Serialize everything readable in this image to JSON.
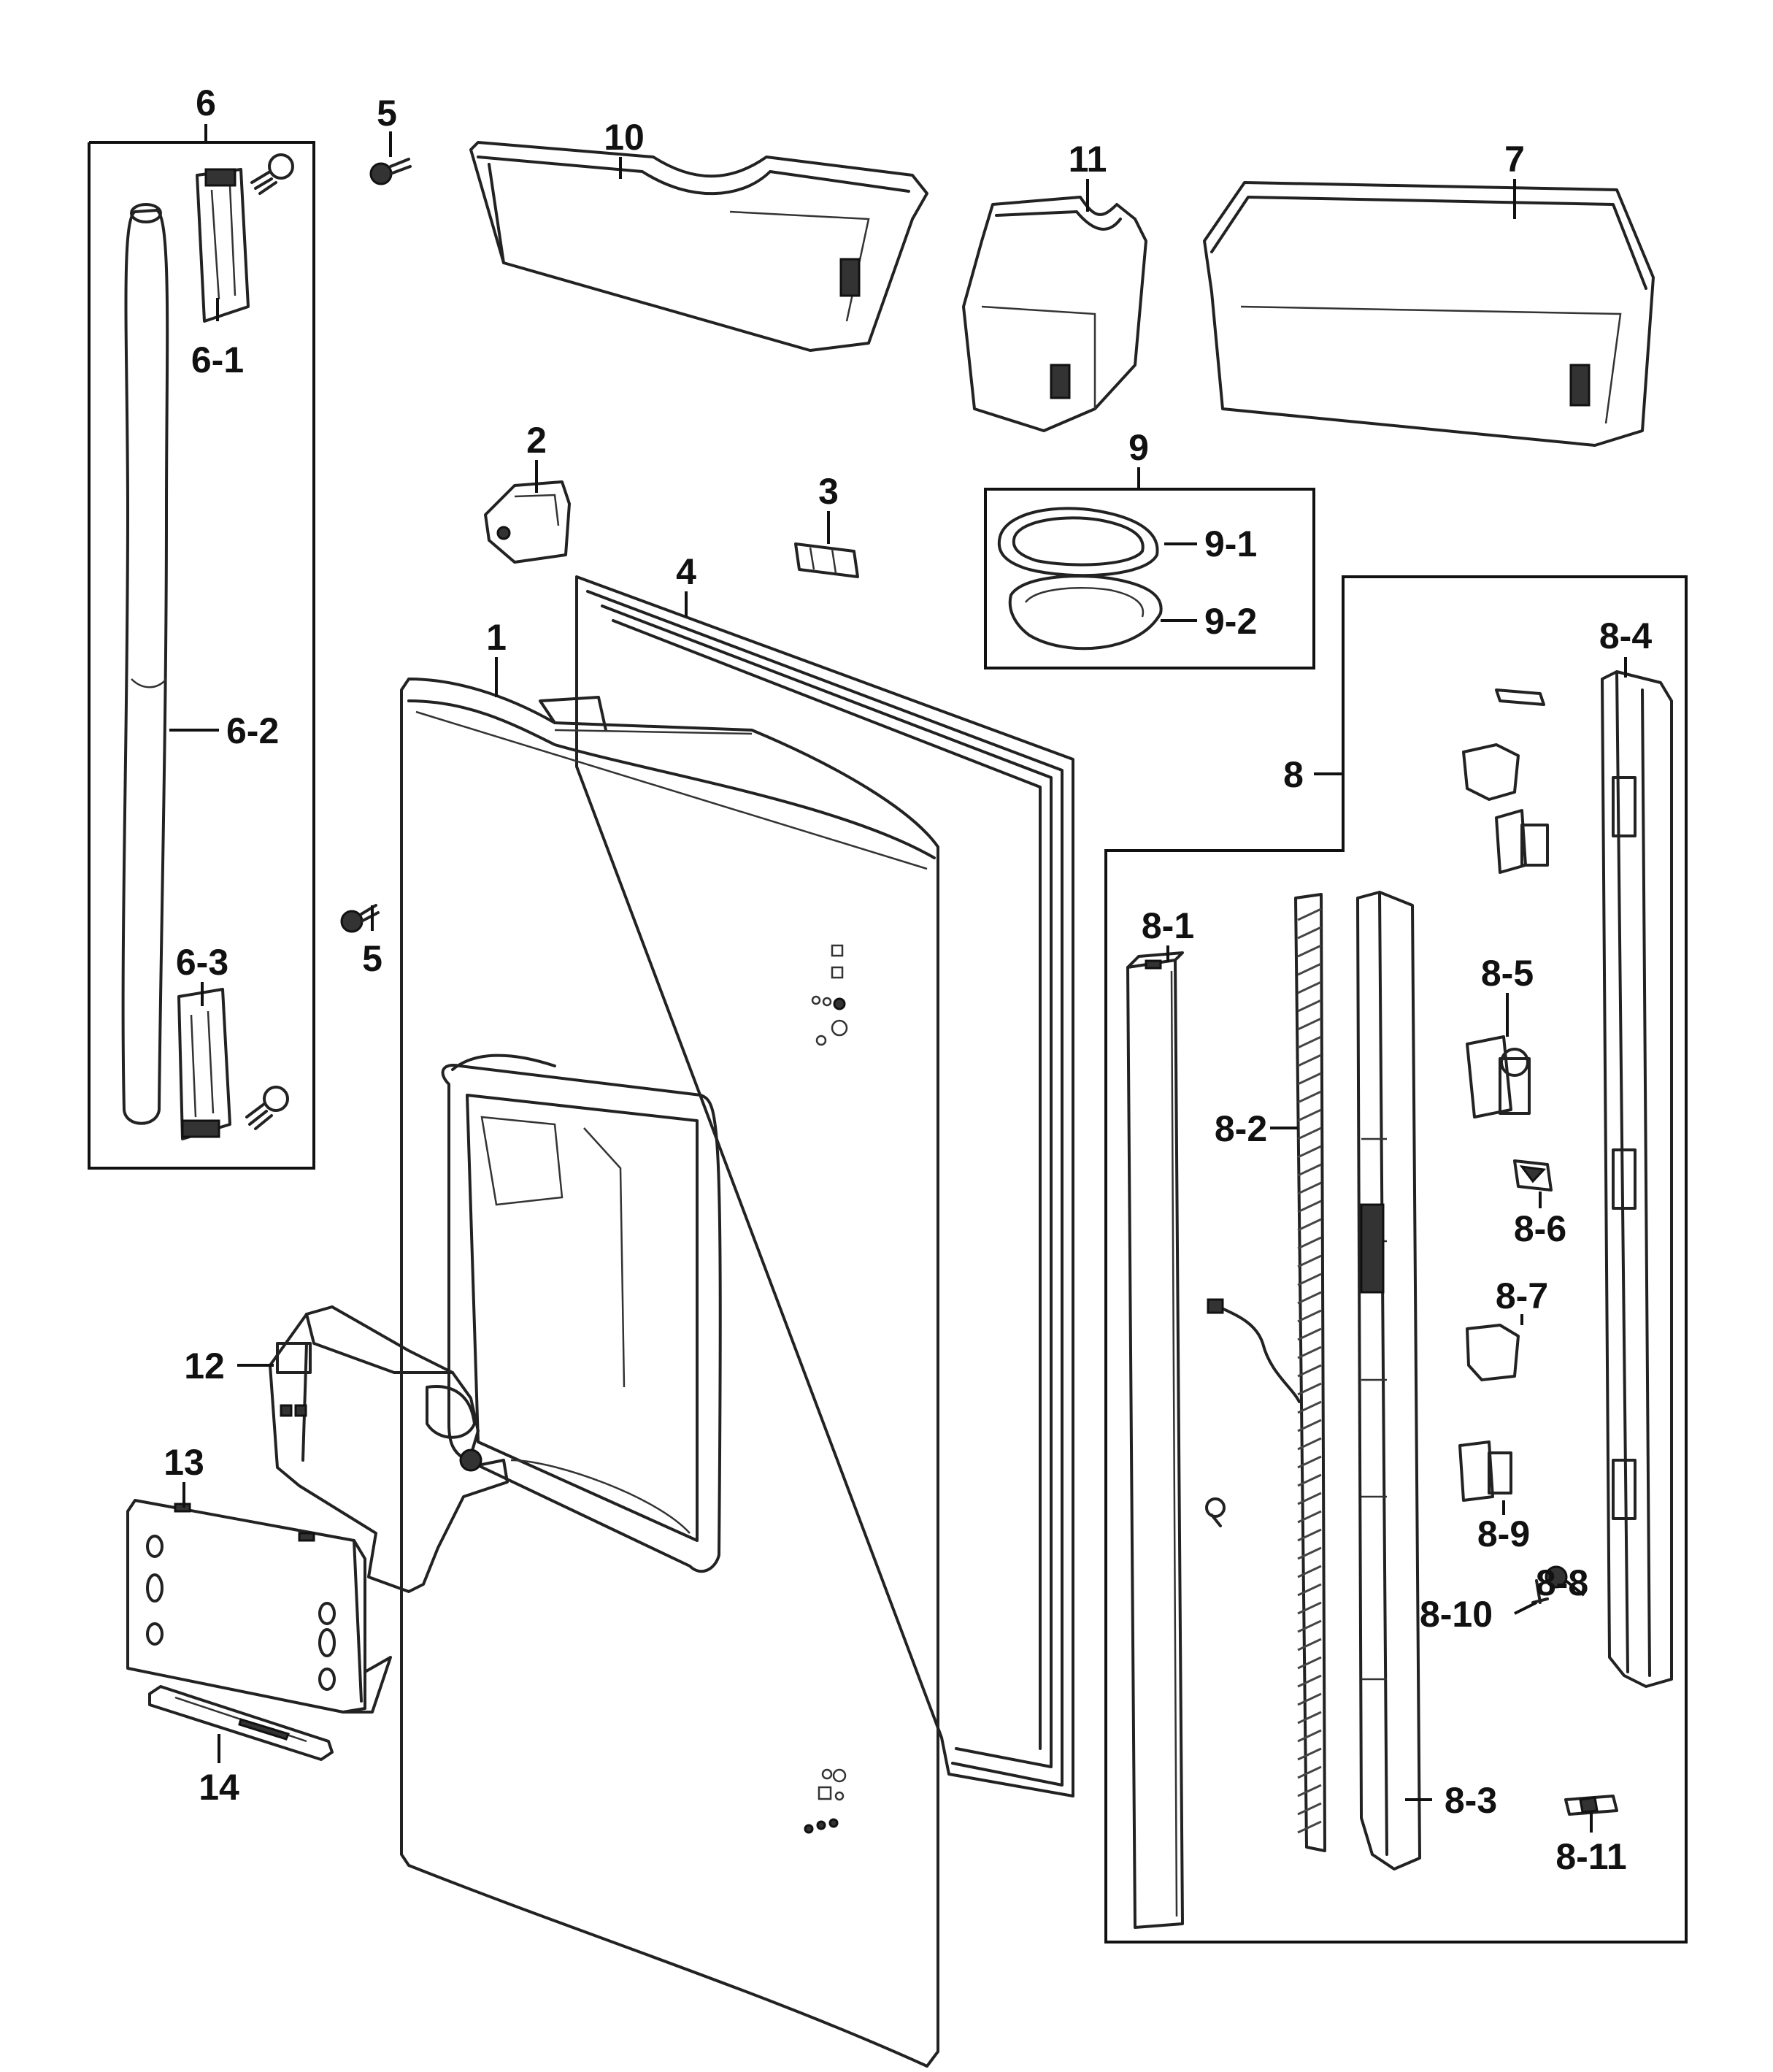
{
  "diagram": {
    "labels": {
      "l1": "1",
      "l2": "2",
      "l3": "3",
      "l4": "4",
      "l5a": "5",
      "l5b": "5",
      "l6": "6",
      "l6_1": "6-1",
      "l6_2": "6-2",
      "l6_3": "6-3",
      "l7": "7",
      "l8": "8",
      "l8_1": "8-1",
      "l8_2": "8-2",
      "l8_3": "8-3",
      "l8_4": "8-4",
      "l8_5": "8-5",
      "l8_6": "8-6",
      "l8_7": "8-7",
      "l8_8": "8-8",
      "l8_9": "8-9",
      "l8_10": "8-10",
      "l8_11": "8-11",
      "l9": "9",
      "l9_1": "9-1",
      "l9_2": "9-2",
      "l10": "10",
      "l11": "11",
      "l12": "12",
      "l13": "13",
      "l14": "14"
    }
  }
}
